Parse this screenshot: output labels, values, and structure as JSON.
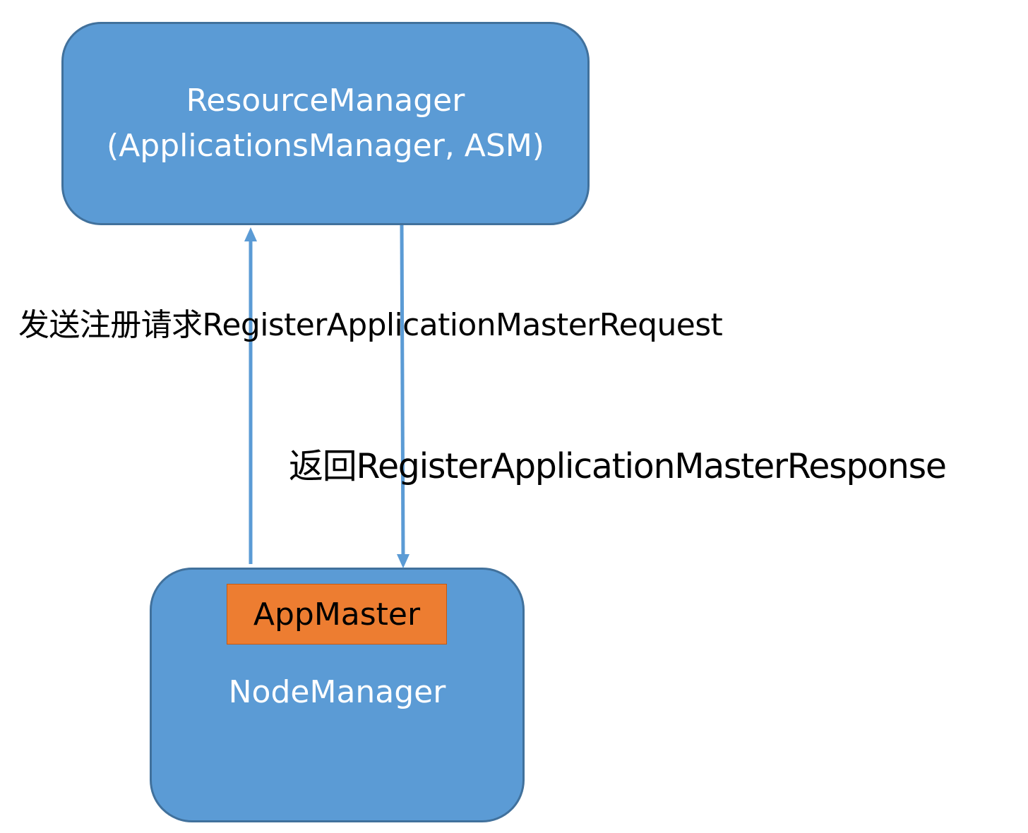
{
  "diagram": {
    "resource_manager": {
      "line1": "ResourceManager",
      "line2": "(ApplicationsManager, ASM)"
    },
    "node_manager": {
      "label": "NodeManager",
      "app_master": "AppMaster"
    },
    "edges": {
      "request_label": "发送注册请求RegisterApplicationMasterRequest",
      "response_label": "返回RegisterApplicationMasterResponse"
    },
    "colors": {
      "box_fill": "#5b9bd5",
      "box_border": "#41719c",
      "app_master_fill": "#ed7d31",
      "arrow": "#5b9bd5"
    }
  }
}
